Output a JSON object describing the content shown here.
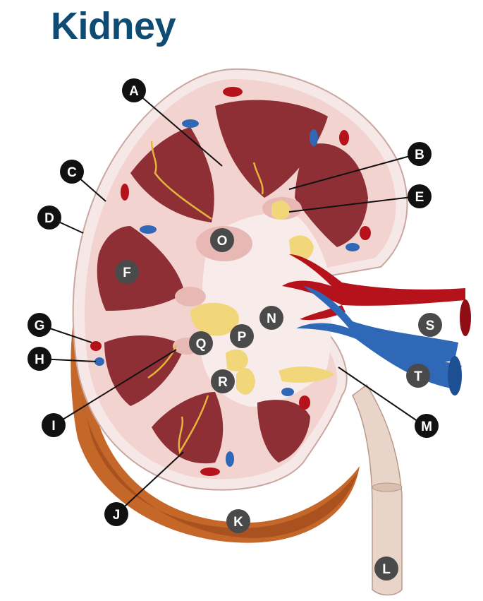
{
  "title": "Kidney",
  "colors": {
    "title": "#0f4c74",
    "capsule": "#f5e8e6",
    "cortex": "#f3d3d0",
    "pyramid": "#8e2f36",
    "pyramid_light": "#b5545a",
    "fat": "#f1d77a",
    "artery": "#b5121b",
    "vein": "#2f68b6",
    "outer_brown": "#c6672a",
    "ureter": "#e8d4c8",
    "label_black": "#111111",
    "label_gray": "#4a4a4a",
    "label_text": "#ffffff"
  },
  "labels": {
    "A": "A",
    "B": "B",
    "C": "C",
    "D": "D",
    "E": "E",
    "F": "F",
    "G": "G",
    "H": "H",
    "I": "I",
    "J": "J",
    "K": "K",
    "L": "L",
    "M": "M",
    "N": "N",
    "O": "O",
    "P": "P",
    "Q": "Q",
    "R": "R",
    "S": "S",
    "T": "T"
  }
}
